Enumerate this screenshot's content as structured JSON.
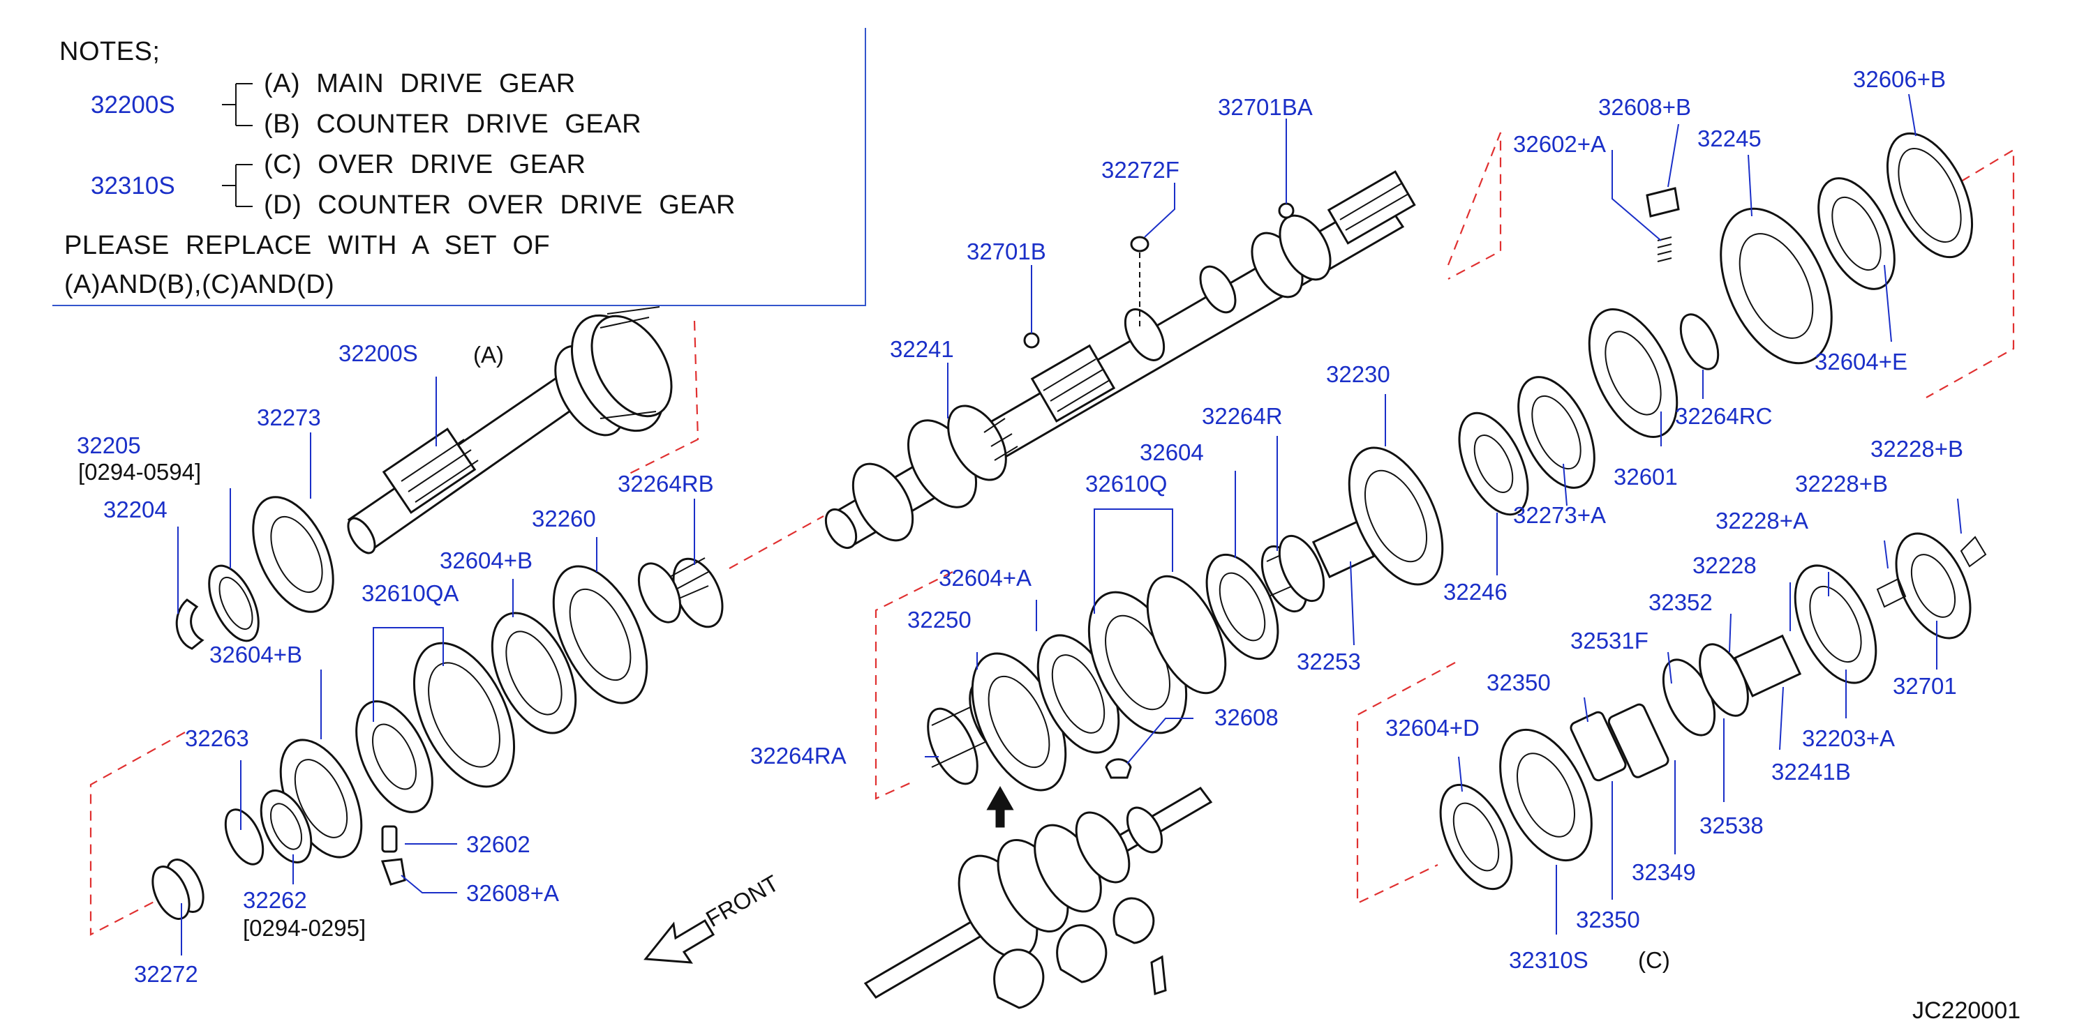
{
  "notes": {
    "heading": "NOTES;",
    "group1_part": "32200S",
    "group1_a": "(A)  MAIN  DRIVE  GEAR",
    "group1_b": "(B)  COUNTER  DRIVE  GEAR",
    "group2_part": "32310S",
    "group2_c": "(C)  OVER  DRIVE  GEAR",
    "group2_d": "(D)  COUNTER  OVER  DRIVE  GEAR",
    "line1": "PLEASE  REPLACE  WITH  A  SET  OF",
    "line2": "(A)AND(B),(C)AND(D)"
  },
  "assembly_markers": {
    "a": "(A)",
    "c": "(C)"
  },
  "date_ranges": {
    "r32205": "[0294-0594]",
    "r32262": "[0294-0295]"
  },
  "front_label": "FRONT",
  "diagram_code": "JC220001",
  "part_labels": {
    "p32701BA": "32701BA",
    "p32272F": "32272F",
    "p32701B": "32701B",
    "p32241": "32241",
    "p32608B": "32608+B",
    "p32602A": "32602+A",
    "p32245": "32245",
    "p32606B": "32606+B",
    "p32604E": "32604+E",
    "p32264RC": "32264RC",
    "p32601": "32601",
    "p32230": "32230",
    "p32264R": "32264R",
    "p32604": "32604",
    "p32610Q": "32610Q",
    "p32273A": "32273+A",
    "p32246": "32246",
    "p32253": "32253",
    "p32604A": "32604+A",
    "p32250": "32250",
    "p32264RA": "32264RA",
    "p32608": "32608",
    "p32200S": "32200S",
    "p32273": "32273",
    "p32205": "32205",
    "p32204": "32204",
    "p32264RB": "32264RB",
    "p32260": "32260",
    "p32604B1": "32604+B",
    "p32610QA": "32610QA",
    "p32604B2": "32604+B",
    "p32263": "32263",
    "p32602": "32602",
    "p32608A": "32608+A",
    "p32262": "32262",
    "p32272": "32272",
    "p32228B1": "32228+B",
    "p32228B2": "32228+B",
    "p32228A": "32228+A",
    "p32228": "32228",
    "p32352": "32352",
    "p32531F": "32531F",
    "p32350a": "32350",
    "p32604D": "32604+D",
    "p32701": "32701",
    "p32203A": "32203+A",
    "p32241B": "32241B",
    "p32538": "32538",
    "p32349": "32349",
    "p32350b": "32350",
    "p32310S": "32310S"
  }
}
